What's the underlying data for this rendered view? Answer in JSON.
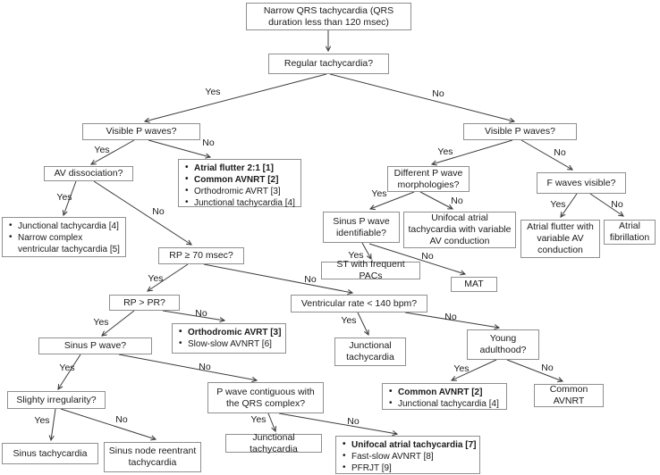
{
  "diagram": {
    "title": "Narrow QRS tachycardia diagnostic flowchart",
    "edge_labels": {
      "yes": "Yes",
      "no": "No"
    },
    "colors": {
      "box_border": "#8f8f8f",
      "line": "#3c3c3c",
      "text": "#1a1a1a",
      "background": "#ffffff"
    },
    "nodes": {
      "start": {
        "label": "Narrow QRS tachycardia (QRS duration less than 120 msec)"
      },
      "regular": {
        "label": "Regular tachycardia?"
      },
      "visible_p_left": {
        "label": "Visible P waves?"
      },
      "av_dissociation": {
        "label": "AV dissociation?"
      },
      "flutter_list": {
        "items": [
          "Atrial flutter 2:1 [1]",
          "Common AVNRT [2]",
          "Orthodromic AVRT [3]",
          "Junctional tachycardia [4]"
        ]
      },
      "junctional_list": {
        "items": [
          "Junctional tachycardia [4]",
          "Narrow complex ventricular tachycardia [5]"
        ]
      },
      "rp70": {
        "label": "RP ≥ 70 msec?"
      },
      "rp_pr": {
        "label": "RP > PR?"
      },
      "orthodromic_list": {
        "items": [
          "Orthodromic AVRT [3]",
          "Slow-slow AVNRT [6]"
        ]
      },
      "sinus_p_wave": {
        "label": "Sinus P wave?"
      },
      "slight_irregularity": {
        "label": "Slighty irregularity?"
      },
      "sinus_tachycardia": {
        "label": "Sinus tachycardia"
      },
      "sinus_node_reentrant": {
        "label": "Sinus node reentrant tachycardia"
      },
      "p_wave_contiguous": {
        "label": "P wave contiguous with the QRS complex?"
      },
      "junctional_bottom": {
        "label": "Junctional tachycardia"
      },
      "unifocal_list": {
        "items": [
          "Unifocal atrial tachycardia [7]",
          "Fast-slow AVNRT [8]",
          "PFRJT [9]"
        ]
      },
      "ventricular_rate": {
        "label": "Ventricular rate < 140 bpm?"
      },
      "junctional_mid": {
        "label": "Junctional tachycardia"
      },
      "young_adulthood": {
        "label": "Young adulthood?"
      },
      "common_avnrt_list": {
        "items": [
          "Common AVNRT [2]",
          "Junctional tachycardia [4]"
        ]
      },
      "common_avnrt": {
        "label": "Common AVNRT"
      },
      "visible_p_right": {
        "label": "Visible P waves?"
      },
      "different_p": {
        "label": "Different P wave morphologies?"
      },
      "f_waves": {
        "label": "F waves visible?"
      },
      "sinus_p_identifiable": {
        "label": "Sinus P wave identifiable?"
      },
      "unifocal_variable_av": {
        "label": "Unifocal atrial tachycardia with variable AV conduction"
      },
      "st_pacs": {
        "label": "ST with frequent PACs"
      },
      "mat": {
        "label": "MAT"
      },
      "atrial_flutter_variable": {
        "label": "Atrial flutter with variable AV conduction"
      },
      "atrial_fibrillation": {
        "label": "Atrial fibrillation"
      }
    }
  }
}
